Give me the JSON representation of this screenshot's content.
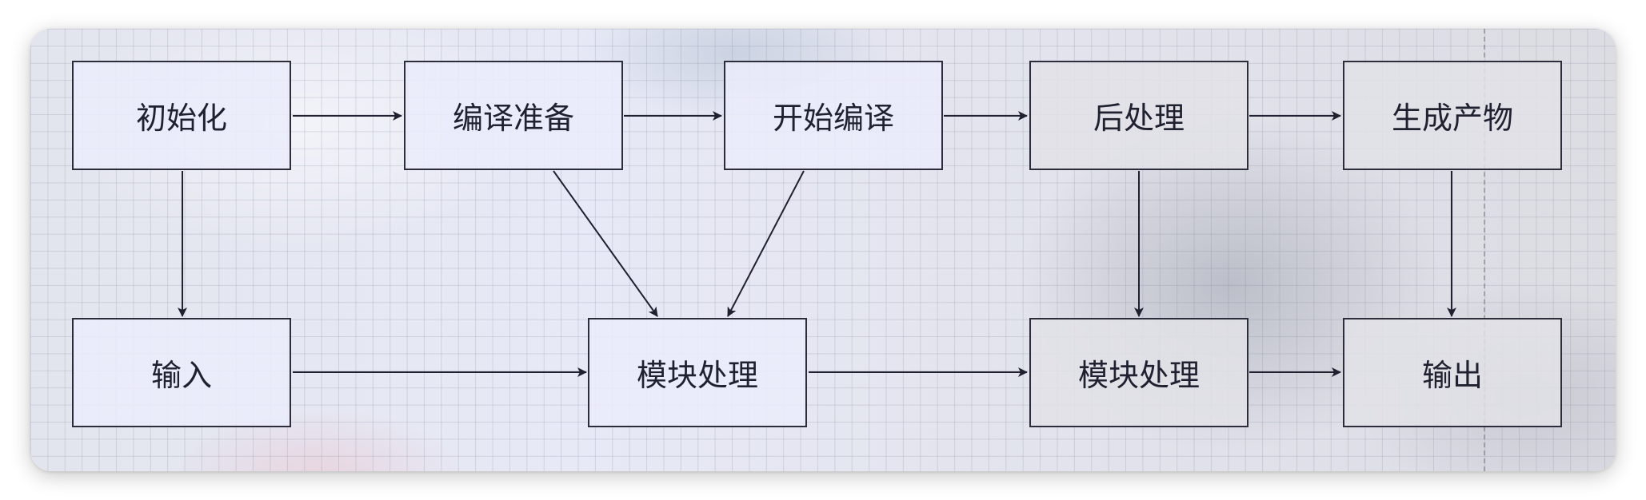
{
  "diagram": {
    "nodes": [
      {
        "id": "init",
        "label": "初始化"
      },
      {
        "id": "prepare",
        "label": "编译准备"
      },
      {
        "id": "compile",
        "label": "开始编译"
      },
      {
        "id": "post",
        "label": "后处理"
      },
      {
        "id": "produce",
        "label": "生成产物"
      },
      {
        "id": "input",
        "label": "输入"
      },
      {
        "id": "module1",
        "label": "模块处理"
      },
      {
        "id": "module2",
        "label": "模块处理"
      },
      {
        "id": "output",
        "label": "输出"
      }
    ],
    "edges": [
      {
        "from": "init",
        "to": "prepare"
      },
      {
        "from": "prepare",
        "to": "compile"
      },
      {
        "from": "compile",
        "to": "post"
      },
      {
        "from": "post",
        "to": "produce"
      },
      {
        "from": "init",
        "to": "input"
      },
      {
        "from": "prepare",
        "to": "module1"
      },
      {
        "from": "compile",
        "to": "module1"
      },
      {
        "from": "post",
        "to": "module2"
      },
      {
        "from": "produce",
        "to": "output"
      },
      {
        "from": "input",
        "to": "module1"
      },
      {
        "from": "module1",
        "to": "module2"
      },
      {
        "from": "module2",
        "to": "output"
      }
    ]
  }
}
